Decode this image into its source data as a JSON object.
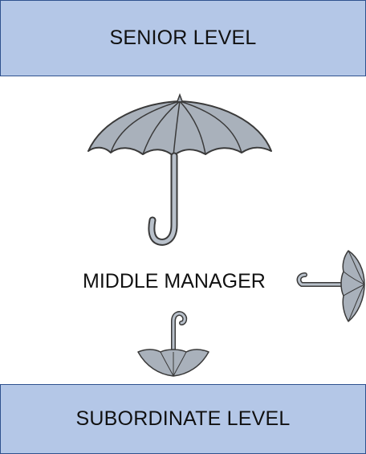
{
  "diagram": {
    "senior_level": "SENIOR LEVEL",
    "middle_manager": "MIDDLE MANAGER",
    "subordinate_level": "SUBORDINATE LEVEL"
  },
  "icons": {
    "top": "umbrella-open-icon",
    "side": "umbrella-sideways-icon",
    "bottom": "umbrella-inverted-icon"
  },
  "colors": {
    "box_fill": "#b4c7e7",
    "box_border": "#2f528f",
    "umbrella_canopy": "#a9b1bb",
    "umbrella_outline": "#3a3a3a"
  }
}
